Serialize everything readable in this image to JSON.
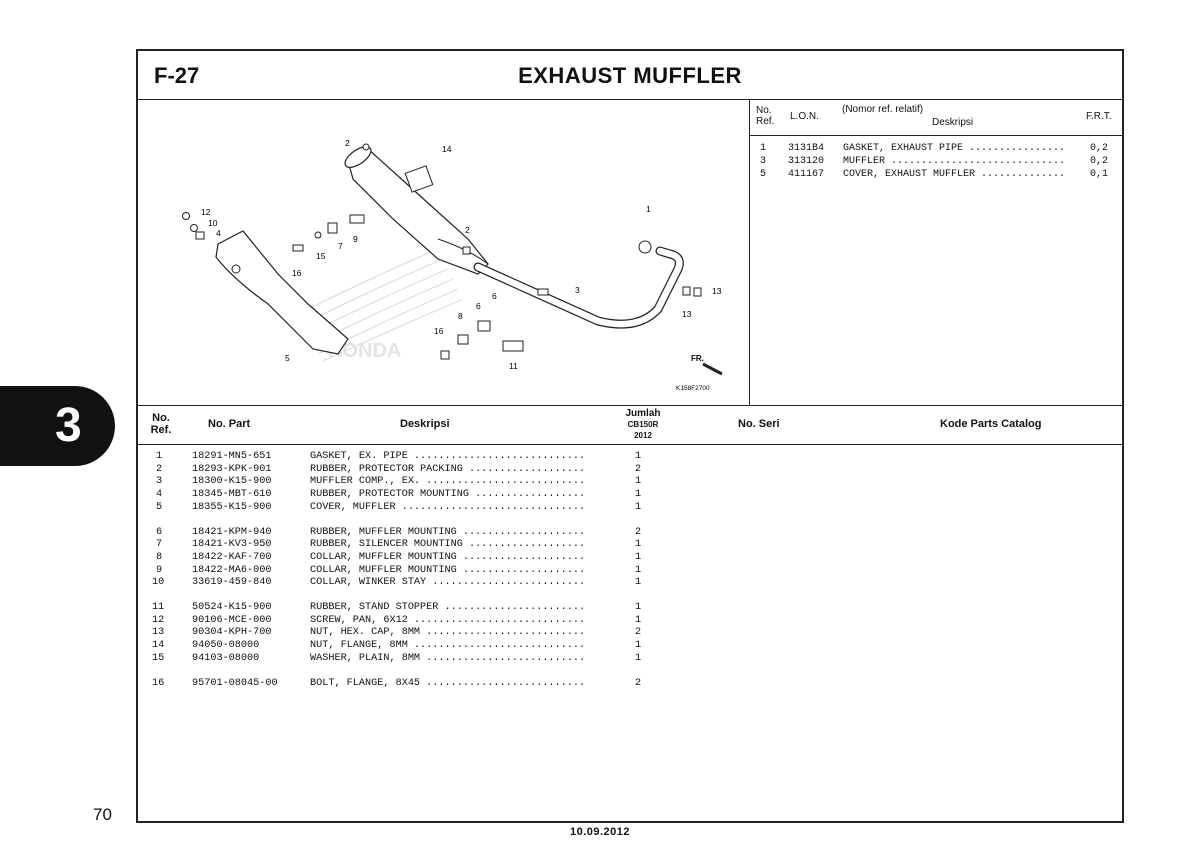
{
  "header": {
    "code": "F-27",
    "title": "EXHAUST MUFFLER"
  },
  "diagram": {
    "callouts": [
      "1",
      "2",
      "2",
      "3",
      "4",
      "5",
      "6",
      "6",
      "7",
      "8",
      "9",
      "10",
      "11",
      "12",
      "13",
      "13",
      "14",
      "15",
      "16",
      "16"
    ],
    "fr_label": "FR.",
    "drawing_code": "K158F2700",
    "watermark": "HONDA"
  },
  "lon_table": {
    "headers": {
      "no_ref": "No.\nRef.",
      "lon": "L.O.N.",
      "nomor": "(Nomor ref. relatif)",
      "deskripsi": "Deskripsi",
      "frt": "F.R.T."
    },
    "rows": [
      {
        "ref": "1",
        "lon": "3131B4",
        "desc": "GASKET, EXHAUST PIPE ................",
        "frt": "0,2"
      },
      {
        "ref": "3",
        "lon": "313120",
        "desc": "MUFFLER .............................",
        "frt": "0,2"
      },
      {
        "ref": "5",
        "lon": "411167",
        "desc": "COVER, EXHAUST MUFFLER ..............",
        "frt": "0,1"
      }
    ]
  },
  "parts_table": {
    "headers": {
      "no_ref": "No.\nRef.",
      "no_part": "No. Part",
      "deskripsi": "Deskripsi",
      "jumlah": "Jumlah",
      "model": "CB150R",
      "year": "2012",
      "no_seri": "No. Seri",
      "kode": "Kode Parts Catalog"
    },
    "rows": [
      {
        "ref": "1",
        "part": "18291-MN5-651",
        "desc": "GASKET, EX. PIPE ............................",
        "qty": "1"
      },
      {
        "ref": "2",
        "part": "18293-KPK-901",
        "desc": "RUBBER, PROTECTOR PACKING ...................",
        "qty": "2"
      },
      {
        "ref": "3",
        "part": "18300-K15-900",
        "desc": "MUFFLER COMP., EX. ..........................",
        "qty": "1"
      },
      {
        "ref": "4",
        "part": "18345-MBT-610",
        "desc": "RUBBER, PROTECTOR MOUNTING ..................",
        "qty": "1"
      },
      {
        "ref": "5",
        "part": "18355-K15-900",
        "desc": "COVER, MUFFLER ..............................",
        "qty": "1"
      },
      {
        "ref": "6",
        "part": "18421-KPM-940",
        "desc": "RUBBER, MUFFLER MOUNTING ....................",
        "qty": "2"
      },
      {
        "ref": "7",
        "part": "18421-KV3-950",
        "desc": "RUBBER, SILENCER MOUNTING ...................",
        "qty": "1"
      },
      {
        "ref": "8",
        "part": "18422-KAF-700",
        "desc": "COLLAR, MUFFLER MOUNTING ....................",
        "qty": "1"
      },
      {
        "ref": "9",
        "part": "18422-MA6-000",
        "desc": "COLLAR, MUFFLER MOUNTING ....................",
        "qty": "1"
      },
      {
        "ref": "10",
        "part": "33619-459-840",
        "desc": "COLLAR, WINKER STAY .........................",
        "qty": "1"
      },
      {
        "ref": "11",
        "part": "50524-K15-900",
        "desc": "RUBBER, STAND STOPPER .......................",
        "qty": "1"
      },
      {
        "ref": "12",
        "part": "90106-MCE-000",
        "desc": "SCREW, PAN, 6X12 ............................",
        "qty": "1"
      },
      {
        "ref": "13",
        "part": "90304-KPH-700",
        "desc": "NUT, HEX. CAP, 8MM ..........................",
        "qty": "2"
      },
      {
        "ref": "14",
        "part": "94050-08000",
        "desc": "NUT, FLANGE, 8MM ............................",
        "qty": "1"
      },
      {
        "ref": "15",
        "part": "94103-08000",
        "desc": "WASHER, PLAIN, 8MM ..........................",
        "qty": "1"
      },
      {
        "ref": "16",
        "part": "95701-08045-00",
        "desc": "BOLT, FLANGE, 8X45 ..........................",
        "qty": "2"
      }
    ]
  },
  "side_tab": "3",
  "page_number": "70",
  "footer_date": "10.09.2012"
}
